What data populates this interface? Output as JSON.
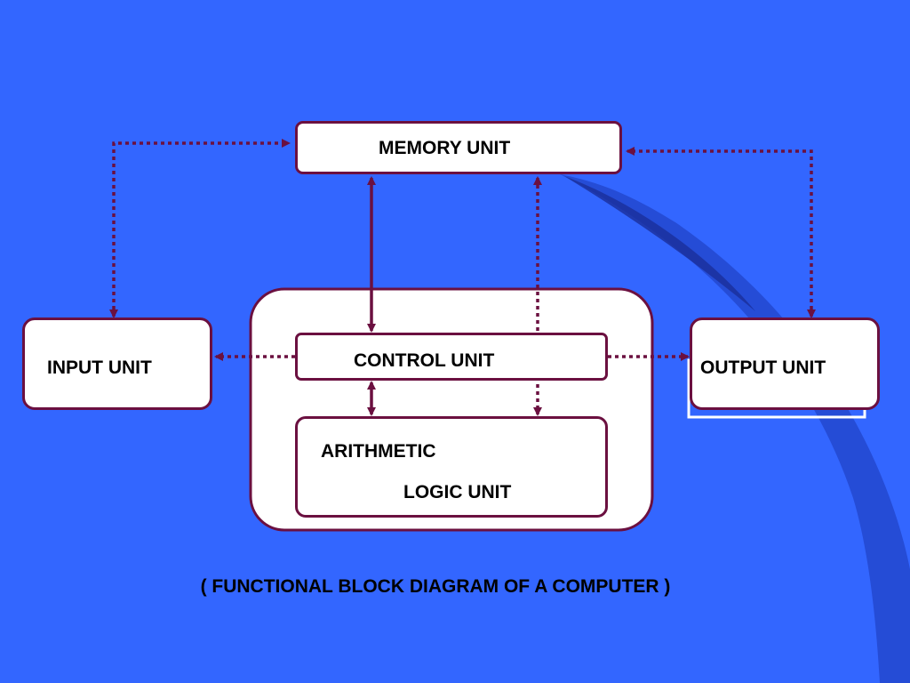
{
  "colors": {
    "background": "#3366FF",
    "box_border": "#6B1040",
    "arrow": "#6B1040",
    "box_fill": "#FFFFFF",
    "swoosh": "#1E3FB8"
  },
  "nodes": {
    "memory": "MEMORY UNIT",
    "input": "INPUT UNIT",
    "control": "CONTROL UNIT",
    "alu_line1": "ARITHMETIC",
    "alu_line2": "LOGIC UNIT",
    "output": "OUTPUT UNIT"
  },
  "edges": [
    {
      "from": "input",
      "to": "memory",
      "style": "dotted",
      "direction": "both"
    },
    {
      "from": "output",
      "to": "memory",
      "style": "dotted",
      "direction": "both"
    },
    {
      "from": "memory",
      "to": "control",
      "style": "solid",
      "direction": "both"
    },
    {
      "from": "memory",
      "to": "alu",
      "style": "dotted",
      "direction": "both"
    },
    {
      "from": "control",
      "to": "alu",
      "style": "solid",
      "direction": "both"
    },
    {
      "from": "control",
      "to": "input",
      "style": "dotted",
      "direction": "forward"
    },
    {
      "from": "control",
      "to": "output",
      "style": "dotted",
      "direction": "forward"
    }
  ],
  "caption": "( FUNCTIONAL BLOCK DIAGRAM OF A COMPUTER )"
}
